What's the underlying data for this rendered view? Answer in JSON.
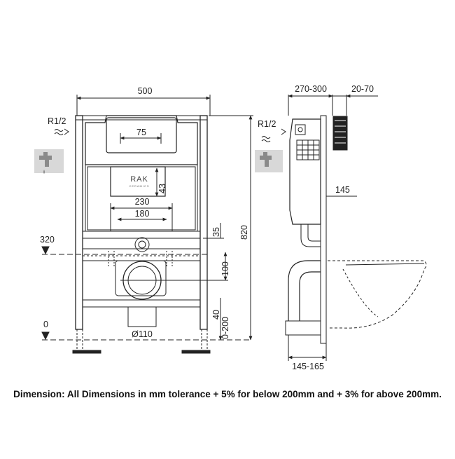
{
  "front_view": {
    "width": "500",
    "height": "820",
    "top_width": "75",
    "inner_width_a": "230",
    "inner_width_b": "180",
    "offset_a": "35",
    "offset_b": "43",
    "outlet_offset": "100",
    "outlet_diameter": "Ø110",
    "bottom_offset": "40",
    "adjust_range": "0-200",
    "inlet": "R1/2",
    "level_320": "320",
    "level_0": "0",
    "brand": "RAK",
    "brand_sub": "CERAMICS"
  },
  "side_view": {
    "depth_range": "270-300",
    "wall_range": "20-70",
    "inlet": "R1/2",
    "pipe_height": "145",
    "pan_range": "145-165"
  },
  "caption": "Dimension: All Dimensions in mm tolerance + 5% for below 200mm and + 3% for above 200mm."
}
